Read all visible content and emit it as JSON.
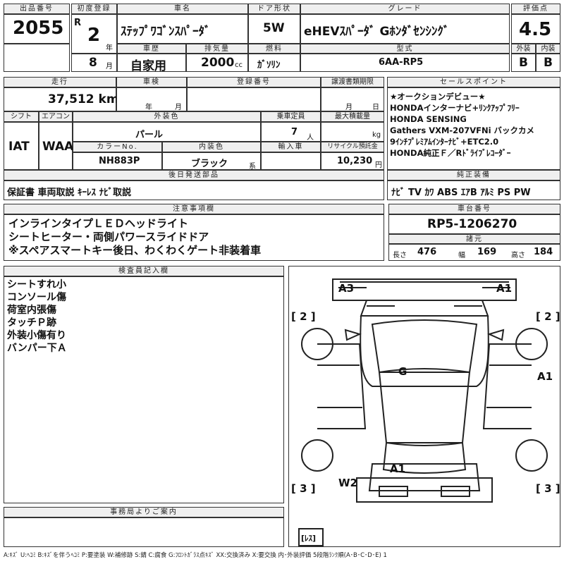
{
  "headers": {
    "lot_no": "出品番号",
    "first_reg": "初度登録",
    "model": "車名",
    "doors": "ドア形状",
    "grade": "グレード",
    "score": "評価点",
    "history": "車歴",
    "displacement": "排気量",
    "fuel": "燃料",
    "type_code": "型式",
    "exterior": "外装",
    "interior": "内装",
    "mileage": "走行",
    "inspection": "車検",
    "reg_no": "登録番号",
    "transfer_deadline": "譲渡書類期限",
    "sales_points": "セールスポイント",
    "shift": "シフト",
    "aircon": "エアコン",
    "exterior_color": "外装色",
    "capacity": "乗車定員",
    "max_load": "最大積載量",
    "color_no": "カラーNo.",
    "interior_color": "内装色",
    "import": "輸入車",
    "recycle": "リサイクル預託金",
    "later_parts": "後日発送部品",
    "standard_equipment": "純正装備",
    "notes": "注意事項欄",
    "chassis_no": "車台番号",
    "dimensions": "諸元",
    "inspector": "検査員記入欄",
    "office": "事務局よりご案内"
  },
  "vehicle": {
    "lot_no": "2055",
    "era": "R",
    "reg_year": "2",
    "reg_month": "8",
    "year_unit": "年",
    "month_unit": "月",
    "model": "ｽﾃｯﾌﾟﾜｺﾞﾝｽﾊﾟｰﾀﾞ",
    "doors": "5W",
    "grade": "eHEVｽﾊﾟｰﾀﾞ Gﾎﾝﾀﾞｾﾝｼﾝｸﾞ",
    "score": "4.5",
    "history": "自家用",
    "displacement": "2000",
    "displacement_unit": "cc",
    "fuel": "ｶﾞｿﾘﾝ",
    "type_code": "6AA-RP5",
    "exterior_grade": "B",
    "interior_grade": "B",
    "mileage": "37,512 km",
    "inspection_year_unit": "年",
    "inspection_month_unit": "月",
    "transfer_month_unit": "月",
    "transfer_day_unit": "日",
    "shift": "IAT",
    "aircon": "WAA",
    "exterior_color": "パール",
    "capacity": "7",
    "capacity_unit": "人",
    "max_load_unit": "kg",
    "color_no": "NH883P",
    "interior_color": "ブラック",
    "interior_color_unit": "系",
    "recycle_fee": "10,230",
    "recycle_unit": "円",
    "chassis_no": "RP5-1206270",
    "length_label": "長さ",
    "length": "476",
    "width_label": "幅",
    "width": "169",
    "height_label": "高さ",
    "height": "184"
  },
  "later_parts": "保証書 車両取説 ｷｰﾚｽ ﾅﾋﾞ取説",
  "sales_points": [
    "★オークションデビュー★",
    "HONDAインターナビ+ﾘﾝｸｱｯﾌﾟﾌﾘｰ",
    "HONDA SENSING",
    "Gathers VXM-207VFNi バックカメ",
    "9ｲﾝﾁﾌﾟﾚﾐｱﾑｲﾝﾀｰﾅﾋﾞ+ETC2.0",
    "HONDA純正Ｆ／Rﾄﾞﾗｲﾌﾞﾚｺｰﾀﾞｰ"
  ],
  "standard_equipment": "ﾅﾋﾞ TV ｶﾜ ABS ｴｱB ｱﾙﾐ PS PW",
  "notes": [
    "インラインタイプＬＥＤヘッドライト",
    "シートヒーター・両側パワースライドドア",
    "※スペアスマートキー後日、わくわくゲート非装着車"
  ],
  "inspector_notes": [
    "シートすれ小",
    "コンソール傷",
    "荷室内張傷",
    "タッチＰ跡",
    "外装小傷有り",
    "バンパー下Ａ"
  ],
  "diagram": {
    "a3": "A3",
    "a1_front_right": "A1",
    "tire_fl": "[ 2 ]",
    "tire_fr": "[ 2 ]",
    "a1_right_side": "A1",
    "g_center": "G",
    "a1_rear": "A1",
    "w2": "W2",
    "tire_rl": "[ 3 ]",
    "tire_rr": "[ 3 ]",
    "spare": "[ﾚｽ]"
  },
  "legend": "A:ｷｽﾞ U:ﾍｺﾐ B:ｷｽﾞを伴うﾍｺﾐ P:要塗装 W:補修跡 S:錆 C:腐食 G:ﾌﾛﾝﾄｶﾞﾗｽ点ｷｽﾞ XX:交換済み X:要交換 内･外装評価 5段階ﾗﾝｸ順(A･B･C･D･E) 1"
}
